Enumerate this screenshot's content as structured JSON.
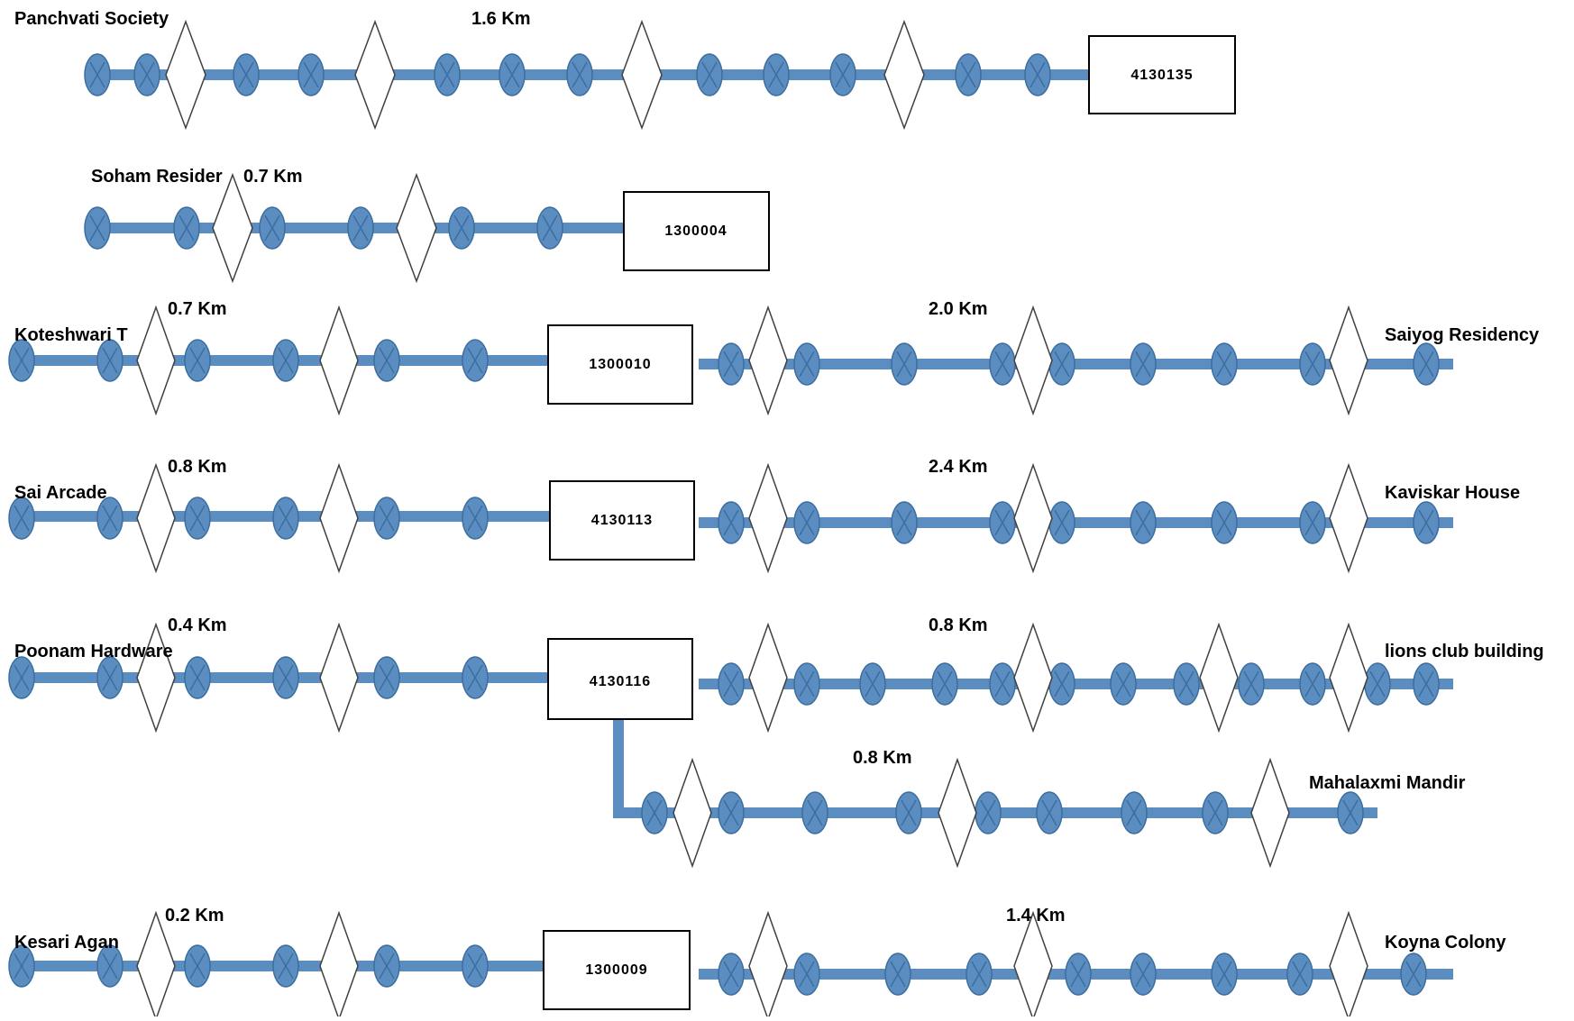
{
  "colors": {
    "line": "#5b8dc0",
    "node_fill": "#5b8dc0",
    "node_stroke": "#3c6e9f",
    "diamond_fill": "#ffffff",
    "diamond_stroke": "#404040",
    "box_stroke": "#000000"
  },
  "icons": {
    "node": "circle-with-x-icon",
    "diamond": "diamond-marker-icon",
    "box": "square-box"
  },
  "lines": [
    {
      "id": "panchvati",
      "start_label": "Panchvati Society",
      "box_id": "4130135",
      "distance": "1.6 Km"
    },
    {
      "id": "soham",
      "start_label": "Soham Resider",
      "box_id": "1300004",
      "distance": "0.7 Km"
    },
    {
      "id": "koteshwari",
      "start_label": "Koteshwari T",
      "left_distance": "0.7 Km",
      "box_id": "1300010",
      "right_distance": "2.0 Km",
      "end_label": "Saiyog Residency"
    },
    {
      "id": "sai-arcade",
      "start_label": "Sai Arcade",
      "left_distance": "0.8 Km",
      "box_id": "4130113",
      "right_distance": "2.4 Km",
      "end_label": "Kaviskar House"
    },
    {
      "id": "poonam",
      "start_label": "Poonam Hardware",
      "left_distance": "0.4 Km",
      "box_id": "4130116",
      "right_distance": "0.8 Km",
      "end_label": "lions club building",
      "branch": {
        "distance": "0.8 Km",
        "end_label": "Mahalaxmi Mandir"
      }
    },
    {
      "id": "kesari",
      "start_label": "Kesari Agan",
      "left_distance": "0.2  Km",
      "box_id": "1300009",
      "right_distance": "1.4 Km",
      "end_label": "Koyna Colony"
    }
  ]
}
